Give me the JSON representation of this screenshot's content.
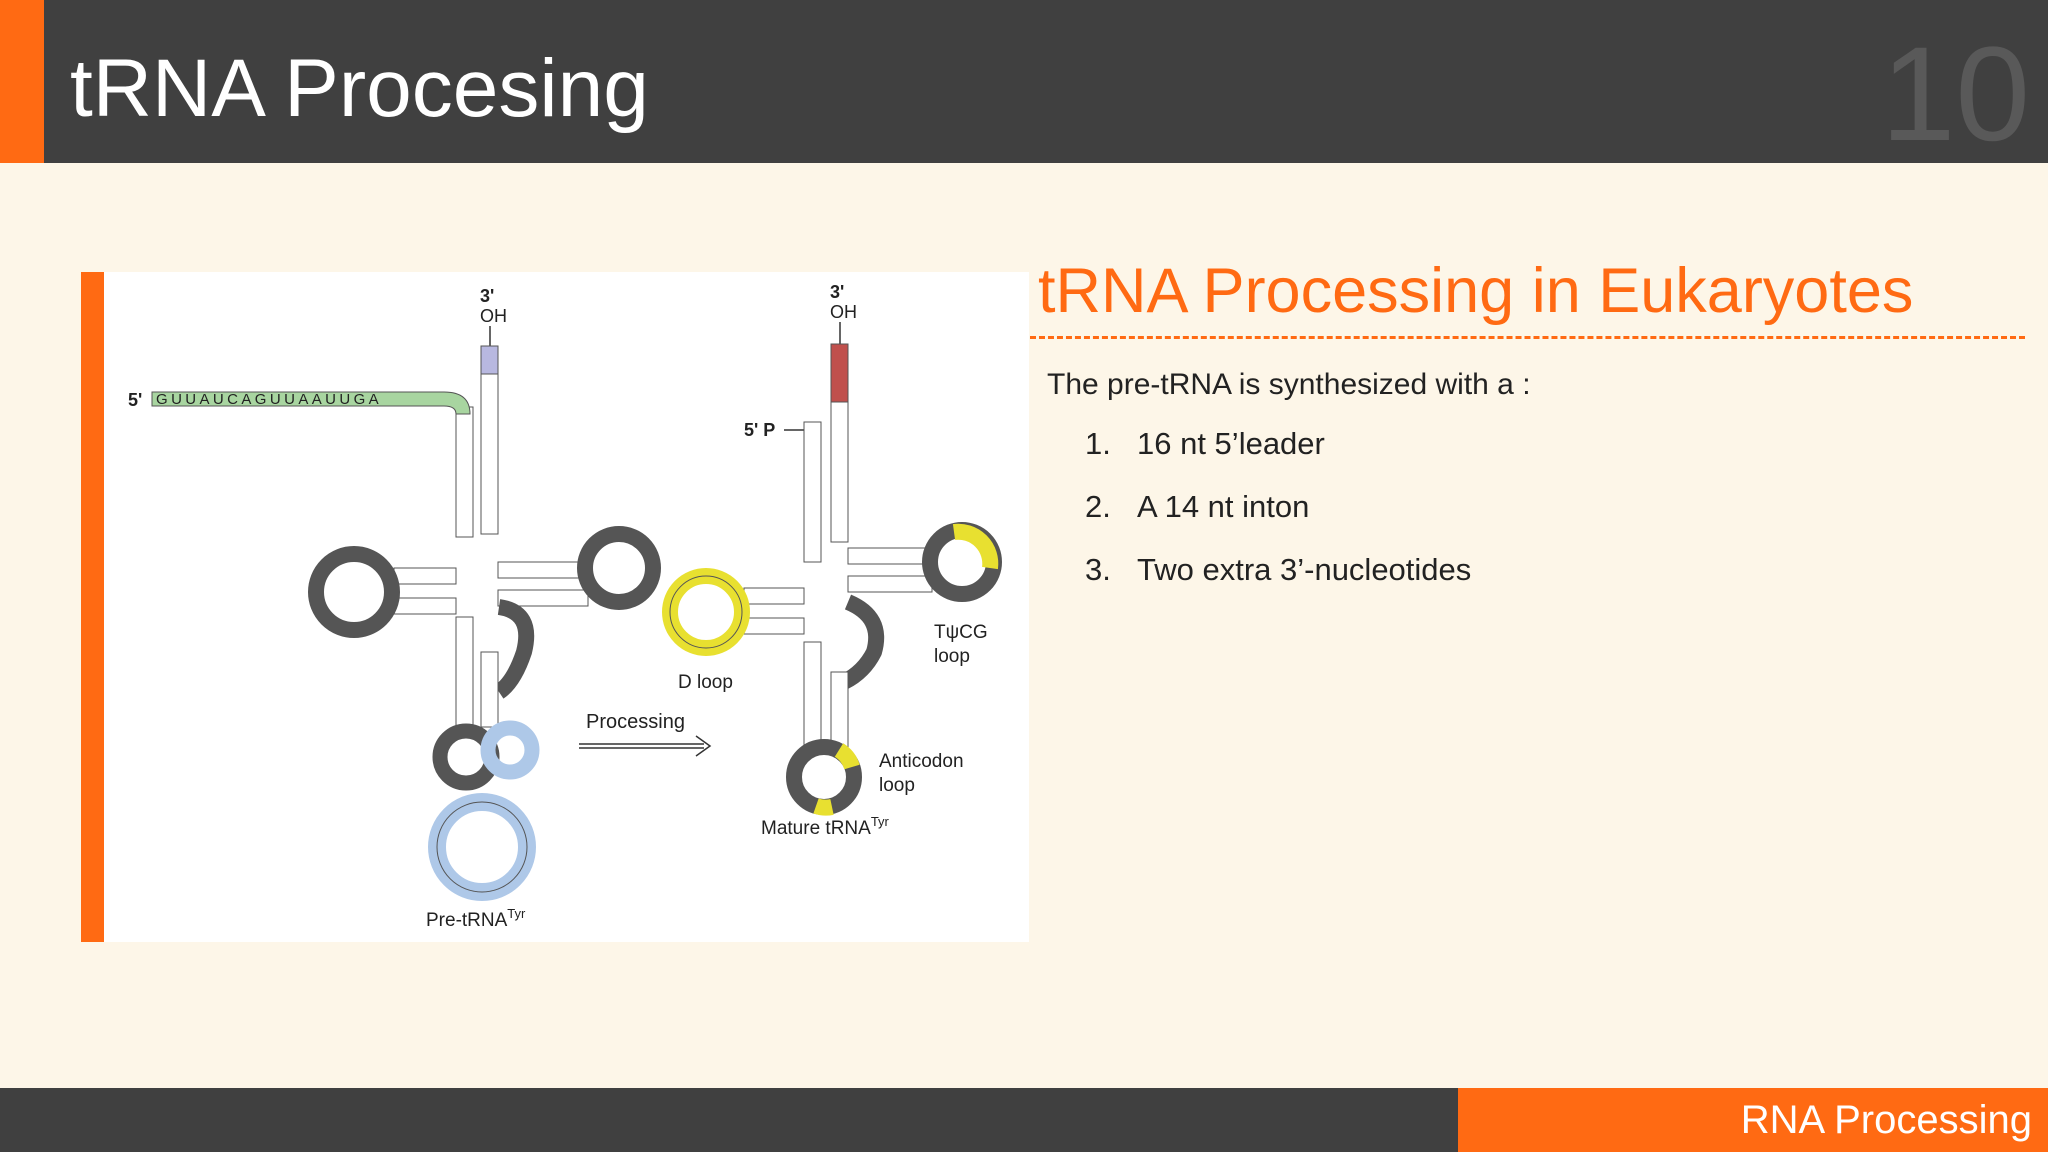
{
  "slide": {
    "title": "tRNA Procesing",
    "number": "10",
    "footer": "RNA Processing"
  },
  "content": {
    "heading": "tRNA Processing in Eukaryotes",
    "intro": "The pre-tRNA is synthesized with a :",
    "list": [
      {
        "num": "1.",
        "text": "16 nt 5’leader"
      },
      {
        "num": "2.",
        "text": "A 14 nt inton"
      },
      {
        "num": "3.",
        "text": "Two extra 3’-nucleotides"
      }
    ]
  },
  "figure": {
    "pre_label": "Pre-tRNA",
    "pre_sup": "Tyr",
    "mature_label": "Mature tRNA",
    "mature_sup": "Tyr",
    "three_prime": "3'",
    "oh": "OH",
    "five_prime": "5'",
    "five_prime_p": "5' P",
    "arrow_label": "Processing",
    "d_loop": "D loop",
    "tpsicg_loop": "TψCG",
    "loop_word": "loop",
    "anticodon": "Anticodon",
    "leader_seq": "GUUAUCAGUUAAUUGA",
    "colors": {
      "leader": "#a8d5a0",
      "intron": "#aec8e8",
      "extra3": "#b8b8e0",
      "cca": "#c0504d",
      "modified": "#e8e030",
      "accent": "#ff6a13"
    }
  }
}
